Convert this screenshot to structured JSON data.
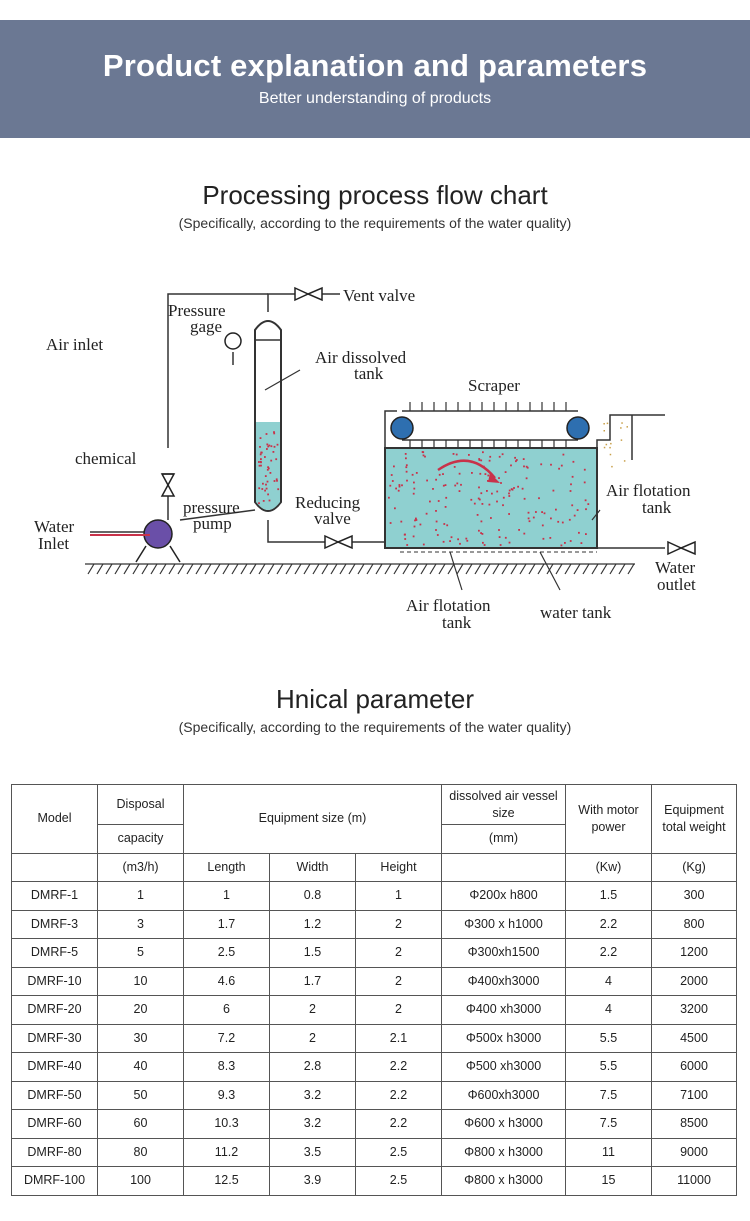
{
  "header": {
    "title": "Product explanation and parameters",
    "subtitle": "Better understanding of products"
  },
  "flow_section": {
    "title": "Processing process flow chart",
    "subtitle": "(Specifically, according to the requirements of the water quality)"
  },
  "diagram": {
    "labels": {
      "air_inlet": "Air inlet",
      "pressure_gage_1": "Pressure",
      "pressure_gage_2": "gage",
      "vent_valve": "Vent valve",
      "air_dissolved_tank_1": "Air dissolved",
      "air_dissolved_tank_2": "tank",
      "scraper": "Scraper",
      "chemical": "chemical",
      "pressure_pump_1": "pressure",
      "pressure_pump_2": "pump",
      "reducing_valve_1": "Reducing",
      "reducing_valve_2": "valve",
      "air_flotation_tank_right_1": "Air flotation",
      "air_flotation_tank_right_2": "tank",
      "water_inlet_1": "Water",
      "water_inlet_2": "Inlet",
      "water_outlet_1": "Water",
      "water_outlet_2": "outlet",
      "air_flotation_tank_bottom_1": "Air flotation",
      "air_flotation_tank_bottom_2": "tank",
      "water_tank": "water tank"
    }
  },
  "param_section": {
    "title": "Hnical parameter",
    "subtitle": "(Specifically, according to the requirements of the water quality)"
  },
  "table": {
    "headers": {
      "model": "Model",
      "disposal": "Disposal",
      "capacity": "capacity",
      "capacity_unit": "(m3/h)",
      "equipment_size": "Equipment size (m)",
      "length": "Length",
      "width": "Width",
      "height": "Height",
      "vessel_1": "dissolved air vessel",
      "vessel_2": "size",
      "vessel_unit": "(mm)",
      "motor_1": "With motor",
      "motor_2": "power",
      "motor_unit": "(Kw)",
      "weight_1": "Equipment",
      "weight_2": "total weight",
      "weight_unit": "(Kg)"
    },
    "rows": [
      {
        "model": "DMRF-1",
        "capacity": "1",
        "length": "1",
        "width": "0.8",
        "height": "1",
        "vessel": "Φ200x h800",
        "power": "1.5",
        "weight": "300"
      },
      {
        "model": "DMRF-3",
        "capacity": "3",
        "length": "1.7",
        "width": "1.2",
        "height": "2",
        "vessel": "Φ300 x h1000",
        "power": "2.2",
        "weight": "800"
      },
      {
        "model": "DMRF-5",
        "capacity": "5",
        "length": "2.5",
        "width": "1.5",
        "height": "2",
        "vessel": "Φ300xh1500",
        "power": "2.2",
        "weight": "1200"
      },
      {
        "model": "DMRF-10",
        "capacity": "10",
        "length": "4.6",
        "width": "1.7",
        "height": "2",
        "vessel": "Φ400xh3000",
        "power": "4",
        "weight": "2000"
      },
      {
        "model": "DMRF-20",
        "capacity": "20",
        "length": "6",
        "width": "2",
        "height": "2",
        "vessel": "Φ400 xh3000",
        "power": "4",
        "weight": "3200"
      },
      {
        "model": "DMRF-30",
        "capacity": "30",
        "length": "7.2",
        "width": "2",
        "height": "2.1",
        "vessel": "Φ500x h3000",
        "power": "5.5",
        "weight": "4500"
      },
      {
        "model": "DMRF-40",
        "capacity": "40",
        "length": "8.3",
        "width": "2.8",
        "height": "2.2",
        "vessel": "Φ500 xh3000",
        "power": "5.5",
        "weight": "6000"
      },
      {
        "model": "DMRF-50",
        "capacity": "50",
        "length": "9.3",
        "width": "3.2",
        "height": "2.2",
        "vessel": "Φ600xh3000",
        "power": "7.5",
        "weight": "7100"
      },
      {
        "model": "DMRF-60",
        "capacity": "60",
        "length": "10.3",
        "width": "3.2",
        "height": "2.2",
        "vessel": "Φ600 x h3000",
        "power": "7.5",
        "weight": "8500"
      },
      {
        "model": "DMRF-80",
        "capacity": "80",
        "length": "11.2",
        "width": "3.5",
        "height": "2.5",
        "vessel": "Φ800 x h3000",
        "power": "11",
        "weight": "9000"
      },
      {
        "model": "DMRF-100",
        "capacity": "100",
        "length": "12.5",
        "width": "3.9",
        "height": "2.5",
        "vessel": "Φ800 x h3000",
        "power": "15",
        "weight": "11000"
      }
    ]
  },
  "colors": {
    "banner": "#6b7893",
    "water": "#8fd0d0",
    "bubbles": "#c8324a",
    "pump": "#6a4fa8",
    "roller": "#2e6fb0"
  }
}
